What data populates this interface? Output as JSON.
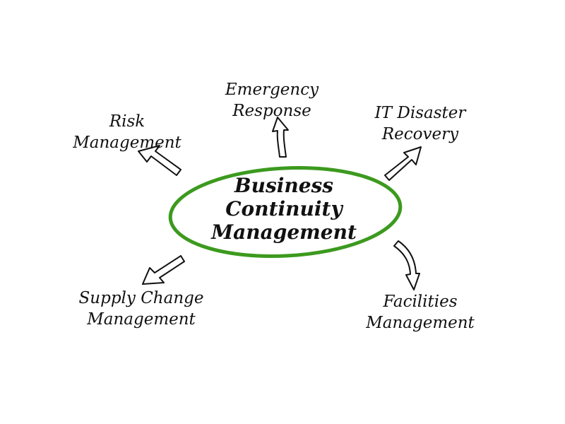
{
  "center": {
    "lines": [
      "Business",
      "Continuity",
      "Management"
    ]
  },
  "nodes": {
    "risk": {
      "lines": [
        "Risk",
        "Management"
      ]
    },
    "emergency": {
      "lines": [
        "Emergency",
        "Response"
      ]
    },
    "it": {
      "lines": [
        "IT Disaster",
        "Recovery"
      ]
    },
    "supply": {
      "lines": [
        "Supply Change",
        "Management"
      ]
    },
    "facilities": {
      "lines": [
        "Facilities",
        "Management"
      ]
    }
  },
  "colors": {
    "ellipse": "#3c9a1e",
    "text": "#111111"
  }
}
